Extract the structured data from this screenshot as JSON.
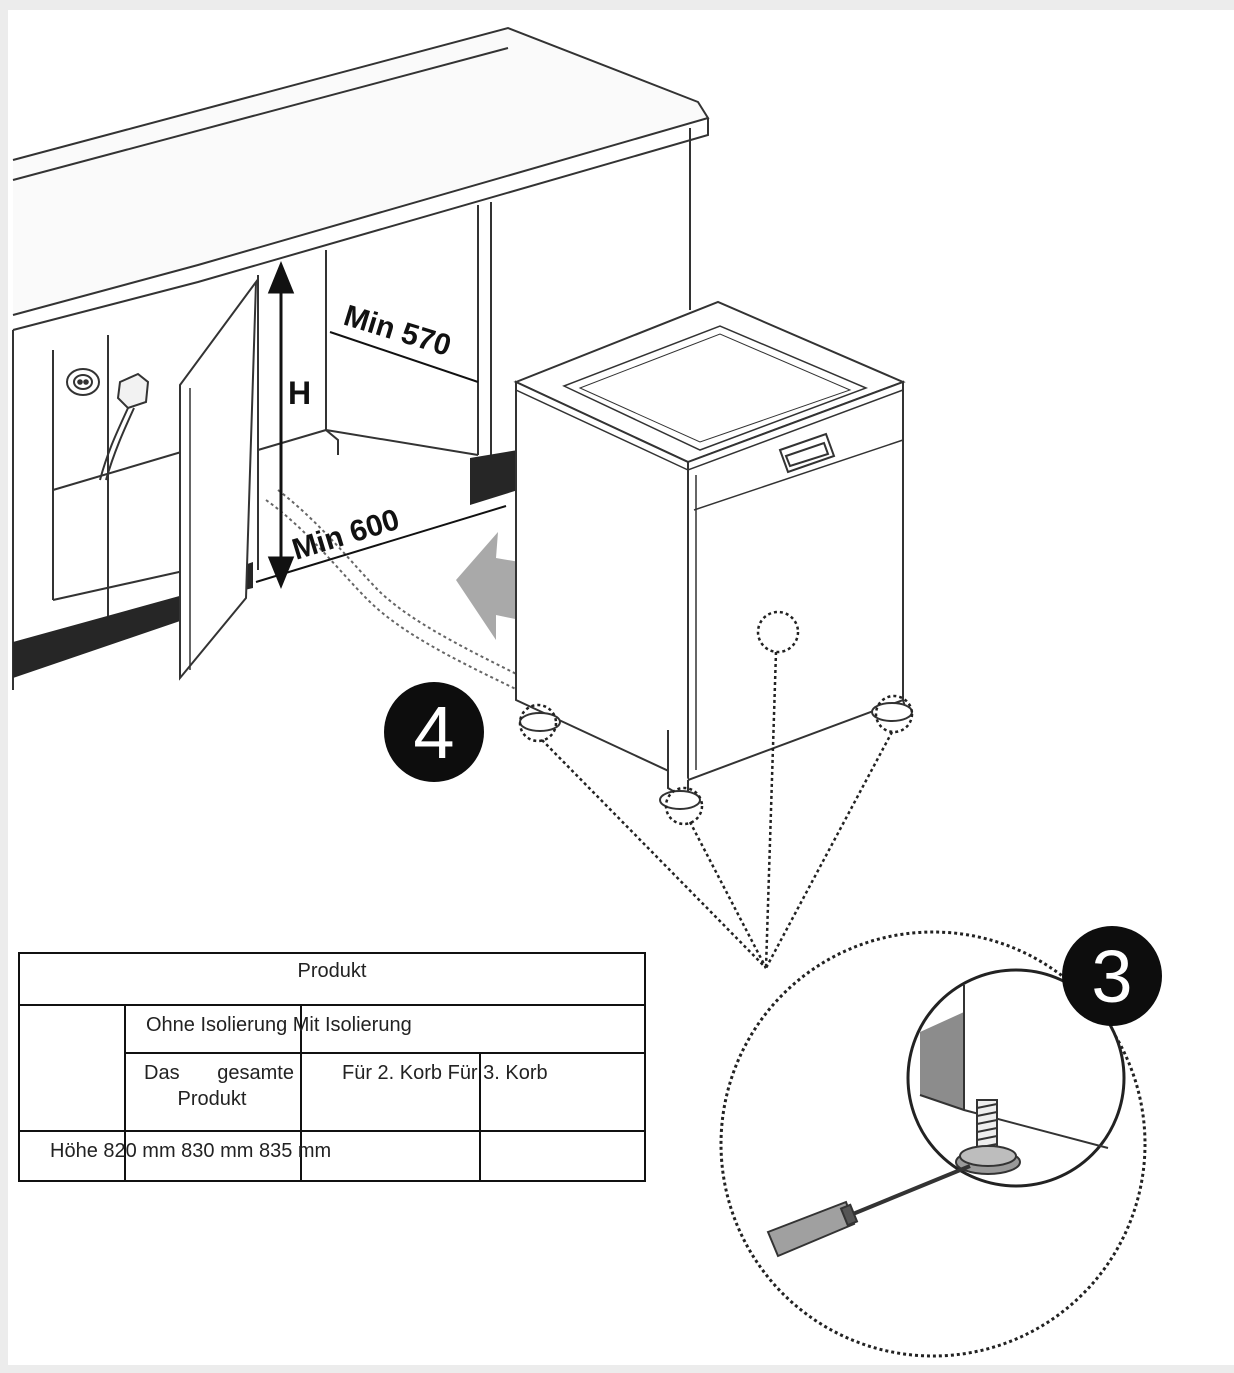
{
  "diagram": {
    "labels": {
      "height": "H",
      "min_depth": "Min 570",
      "min_width": "Min 600"
    },
    "step_badges": {
      "step_4": "4",
      "step_3": "3"
    }
  },
  "table": {
    "title": "Produkt",
    "row2": "Ohne Isolierung Mit Isolierung",
    "row3_cell1_line1": "Das gesamte",
    "row3_cell1_line2": "Produkt",
    "row3_cell2": "Für 2. Korb Für 3. Korb",
    "row4": "Höhe 820 mm 830 mm 835 mm"
  },
  "colors": {
    "line": "#222222",
    "dark_fill": "#262626",
    "arrow_gray": "#a9a9a9",
    "badge": "#0d0d0d"
  }
}
